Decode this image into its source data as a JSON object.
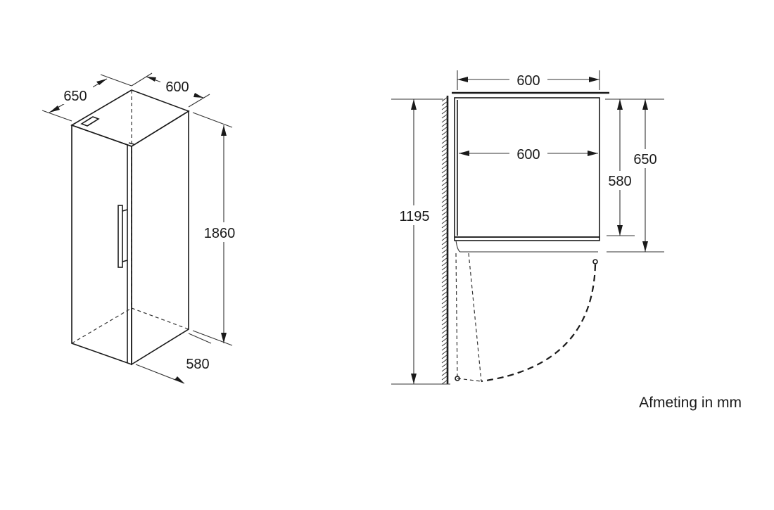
{
  "left_view": {
    "depth_label": "650",
    "width_label": "600",
    "height_label": "1860",
    "door_depth_label": "580"
  },
  "right_view": {
    "top_width_label": "600",
    "inner_width_label": "600",
    "total_depth_label": "650",
    "body_depth_label": "580",
    "door_open_label": "1195"
  },
  "caption": "Afmeting in mm"
}
